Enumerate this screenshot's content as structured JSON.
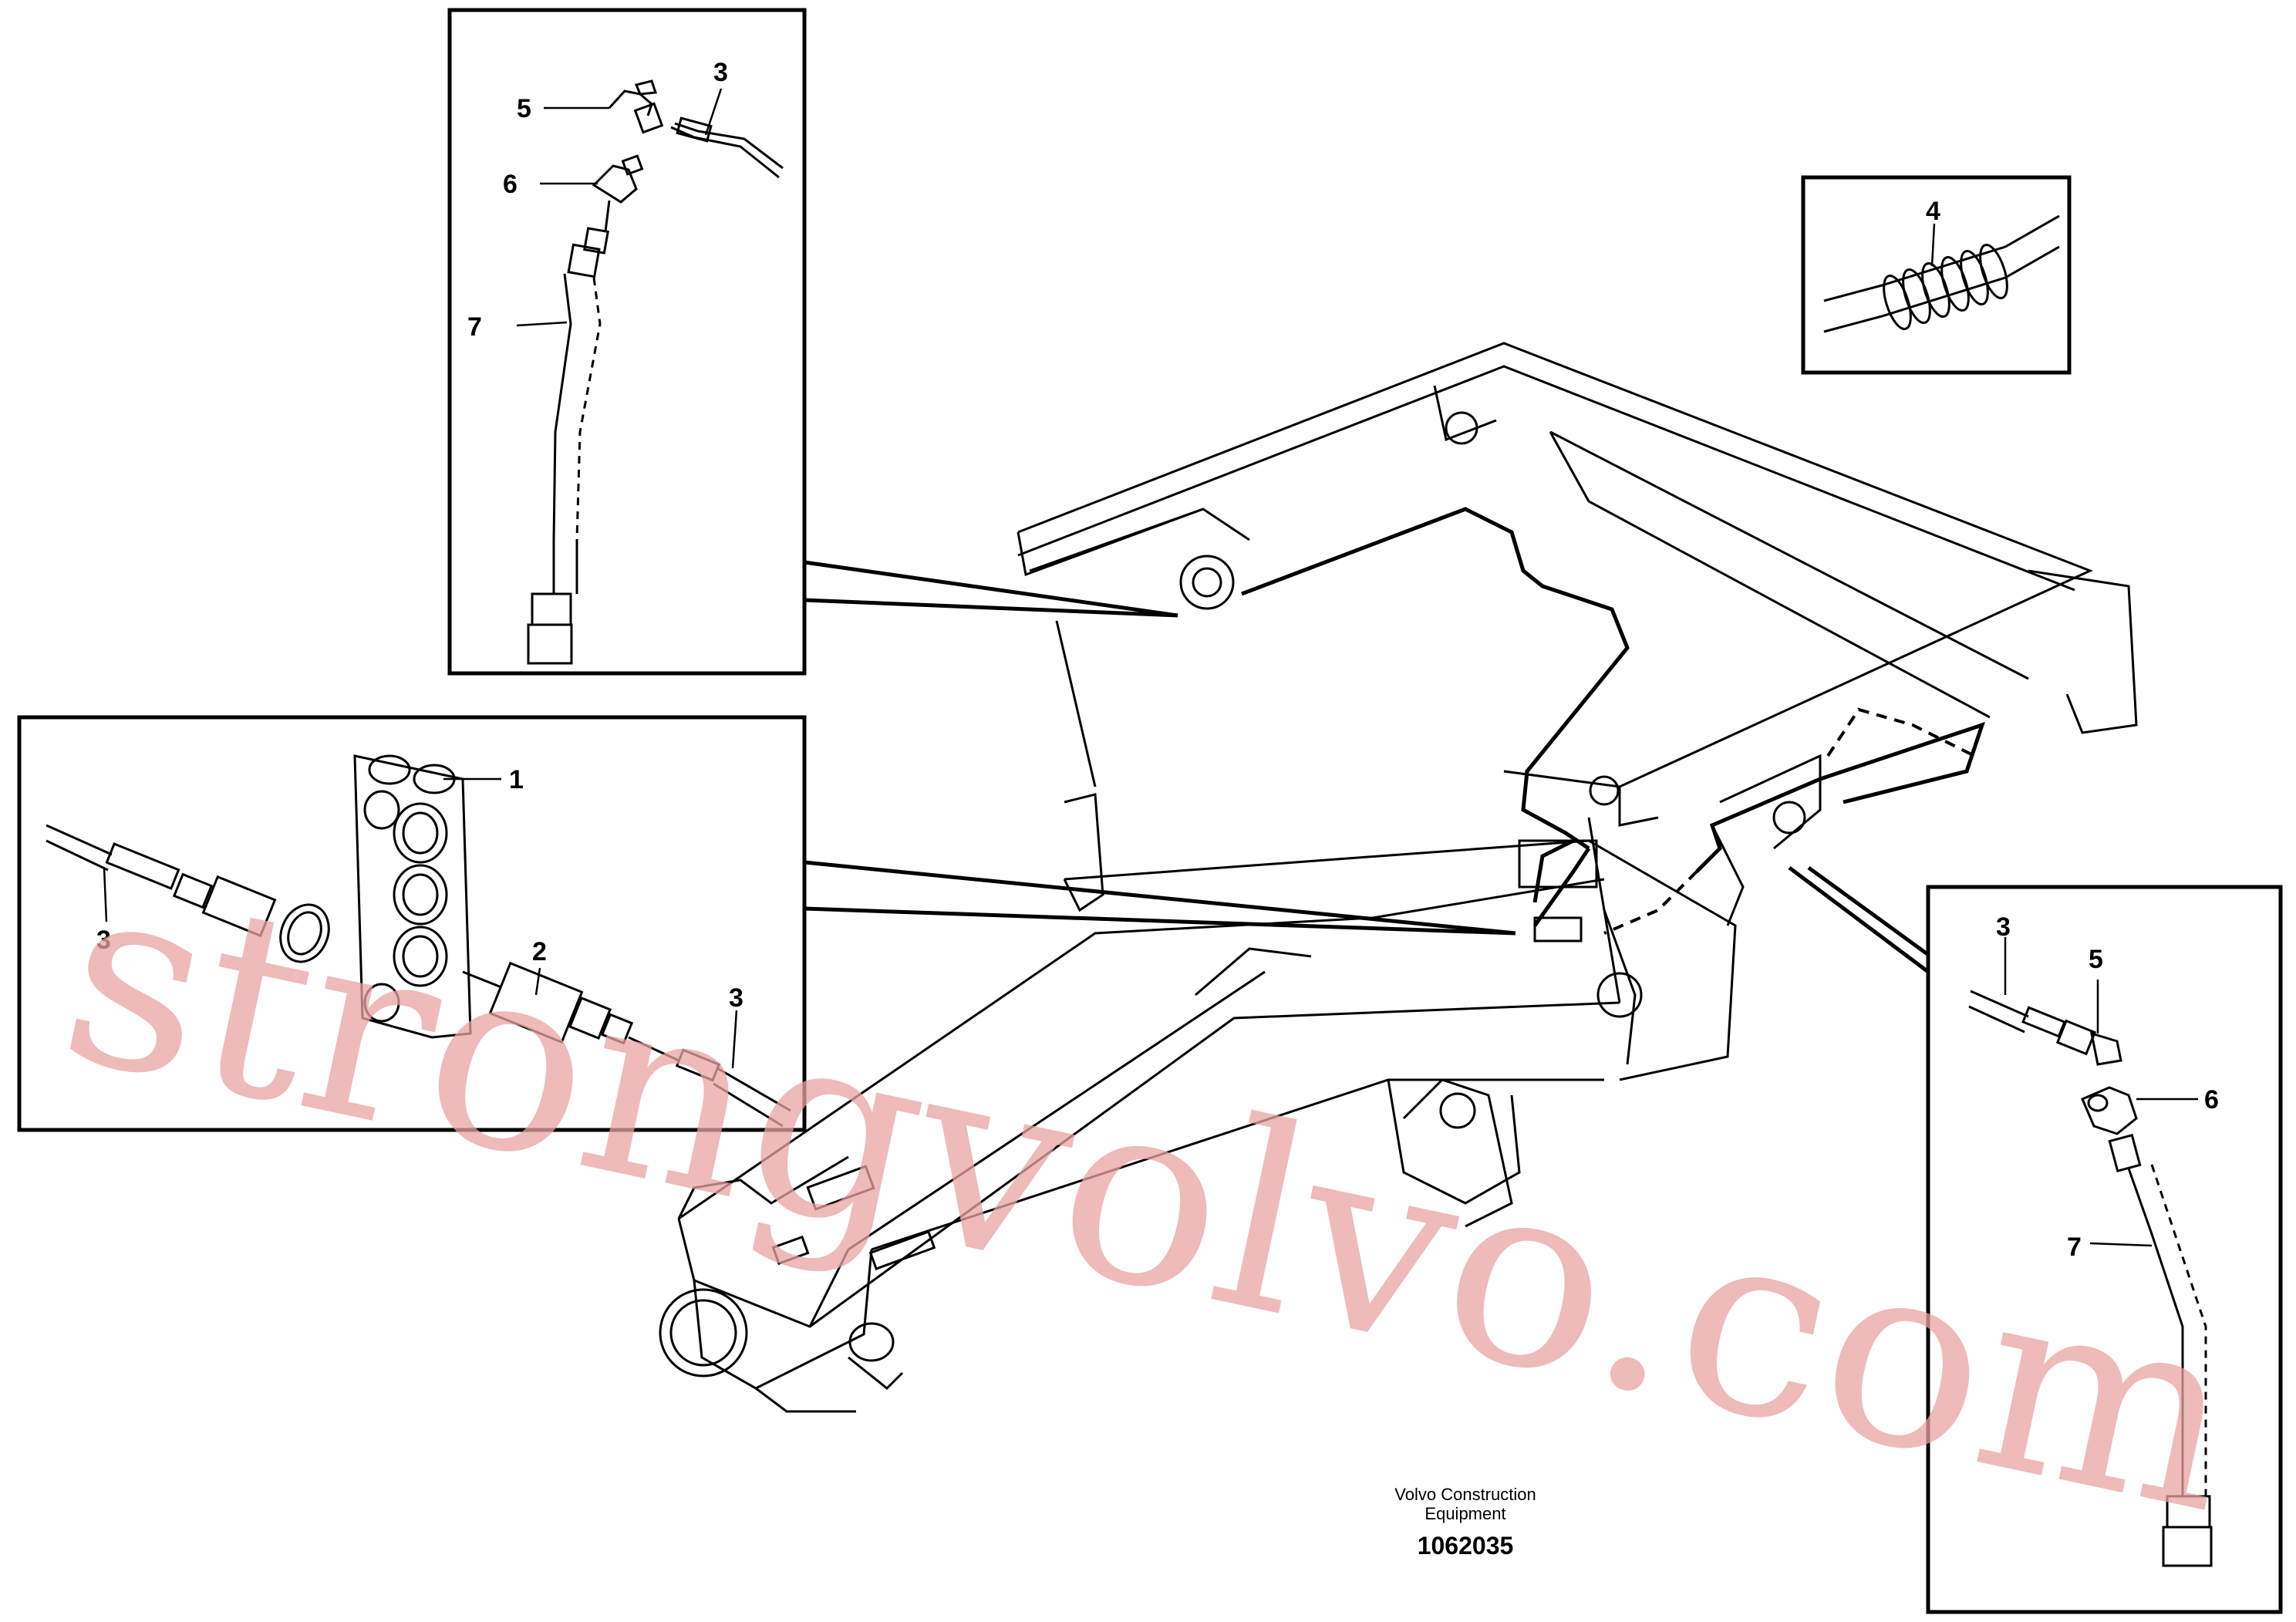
{
  "callouts": {
    "top_inset": [
      {
        "num": "5"
      },
      {
        "num": "3"
      },
      {
        "num": "6"
      },
      {
        "num": "7"
      }
    ],
    "left_inset": [
      {
        "num": "1"
      },
      {
        "num": "3"
      },
      {
        "num": "2"
      },
      {
        "num": "3"
      }
    ],
    "right_top_inset": [
      {
        "num": "4"
      }
    ],
    "right_bottom_inset": [
      {
        "num": "3"
      },
      {
        "num": "5"
      },
      {
        "num": "6"
      },
      {
        "num": "7"
      }
    ]
  },
  "footer": {
    "company_line1": "Volvo Construction",
    "company_line2": "Equipment",
    "drawing_number": "1062035"
  },
  "watermark": "strongvolvo.com"
}
